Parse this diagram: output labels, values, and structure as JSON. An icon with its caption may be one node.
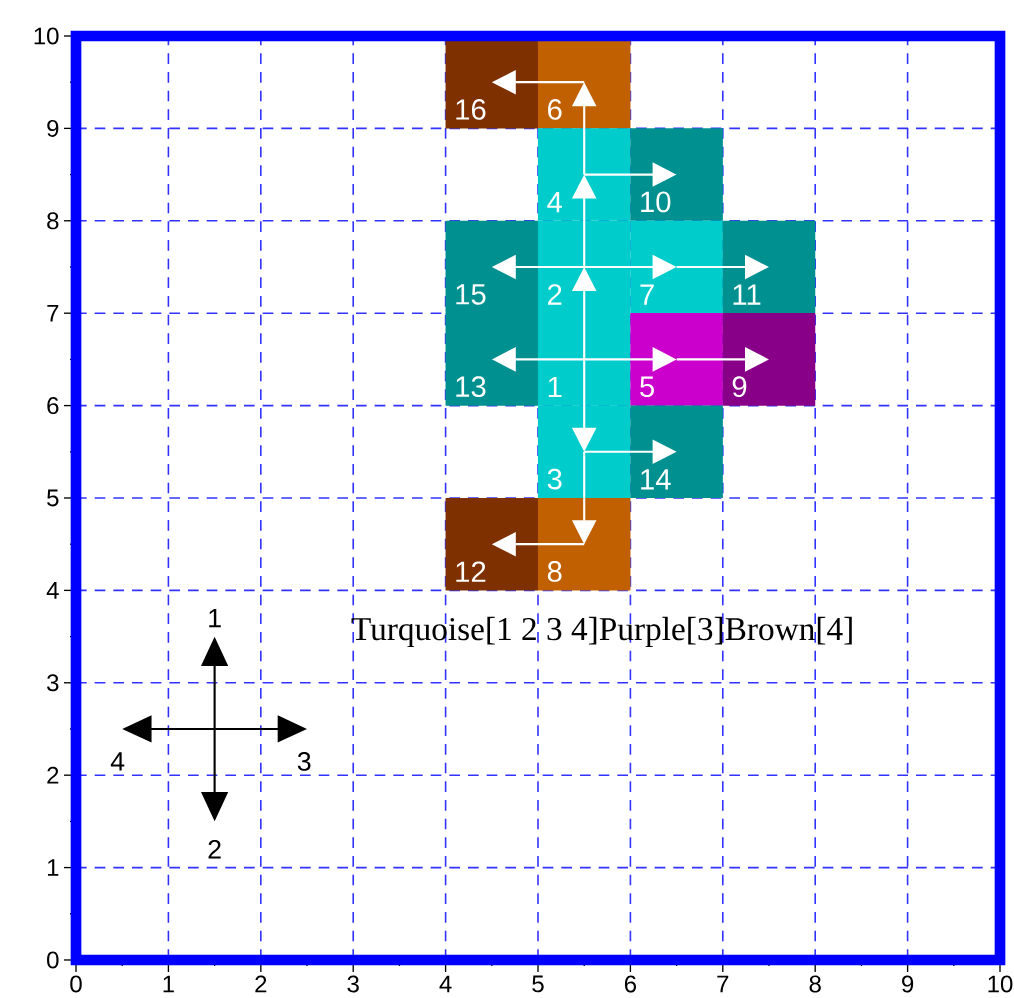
{
  "diagram": {
    "nodes": [
      {
        "text": [
          "16"
        ]
      },
      {
        "text": [
          "6"
        ]
      },
      {
        "text": [
          "4"
        ]
      },
      {
        "text": [
          "10"
        ]
      },
      {
        "text": [
          "15"
        ]
      },
      {
        "text": [
          "2"
        ]
      },
      {
        "text": [
          "7"
        ]
      },
      {
        "text": [
          "11"
        ]
      },
      {
        "text": [
          "13"
        ]
      },
      {
        "text": [
          "1"
        ]
      },
      {
        "text": [
          "5"
        ]
      },
      {
        "text": [
          "9"
        ]
      },
      {
        "text": [
          "3"
        ]
      },
      {
        "text": [
          "14"
        ]
      },
      {
        "text": [
          "12"
        ]
      },
      {
        "text": [
          "8"
        ]
      }
    ],
    "edges": [
      {
        "from": 9,
        "to": 5,
        "arrow": "to"
      },
      {
        "from": 5,
        "to": 2,
        "arrow": "to"
      },
      {
        "from": 2,
        "to": 1,
        "arrow": "to"
      },
      {
        "from": 9,
        "to": 12,
        "arrow": "to"
      },
      {
        "from": 12,
        "to": 15,
        "arrow": "to"
      },
      {
        "from": 2,
        "to": 3,
        "arrow": "to"
      },
      {
        "from": 5,
        "to": 4,
        "arrow": "to"
      },
      {
        "from": 5,
        "to": 6,
        "arrow": "to"
      },
      {
        "from": 6,
        "to": 7,
        "arrow": "to"
      },
      {
        "from": 9,
        "to": 8,
        "arrow": "to"
      },
      {
        "from": 9,
        "to": 10,
        "arrow": "to"
      },
      {
        "from": 10,
        "to": 11,
        "arrow": "to"
      },
      {
        "from": 12,
        "to": 13,
        "arrow": "to"
      },
      {
        "from": 15,
        "to": 14,
        "arrow": "to"
      },
      {
        "from": 1,
        "to": 0,
        "arrow": "to"
      }
    ],
    "labels": [
      "10",
      "9",
      "8",
      "7",
      "6",
      "5",
      "4",
      "3",
      "2",
      "1",
      "0",
      "1",
      "4",
      "3",
      "2",
      "Turquoise[1 2 3 4]Purple[3]Brown[4]",
      "0",
      "1",
      "2",
      "3",
      "4",
      "5",
      "6",
      "7",
      "8",
      "9",
      "10"
    ]
  }
}
